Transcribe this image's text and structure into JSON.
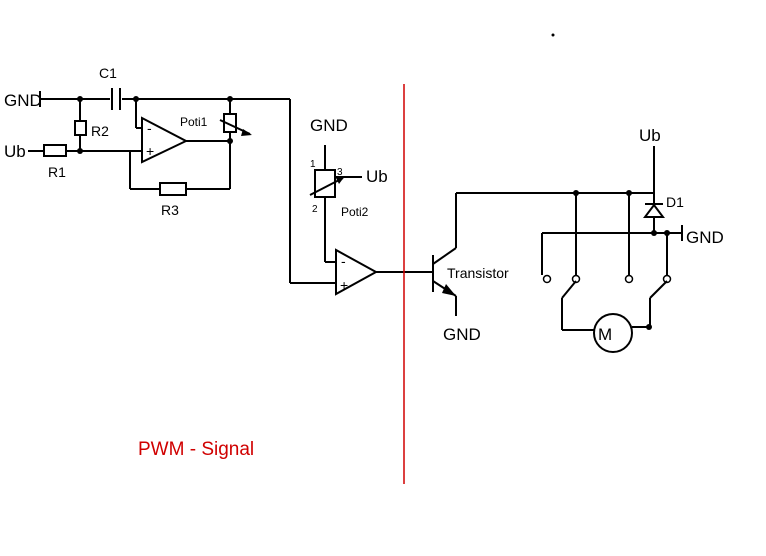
{
  "diagram": {
    "title": "PWM - Signal",
    "labels": {
      "gnd_input": "GND",
      "ub_input": "Ub",
      "c1": "C1",
      "r1": "R1",
      "r2": "R2",
      "r3": "R3",
      "poti1": "Poti1",
      "gnd_poti2": "GND",
      "ub_poti2": "Ub",
      "poti2": "Poti2",
      "pin1": "1",
      "pin2": "2",
      "pin3": "3",
      "opamp1_minus": "-",
      "opamp1_plus": "+",
      "opamp2_minus": "-",
      "opamp2_plus": "+",
      "transistor": "Transistor",
      "gnd_transistor": "GND",
      "ub_motor": "Ub",
      "d1": "D1",
      "gnd_motor": "GND",
      "motor": "M"
    },
    "colors": {
      "wire": "#000000",
      "separator": "#d00000",
      "title": "#d00000"
    }
  }
}
